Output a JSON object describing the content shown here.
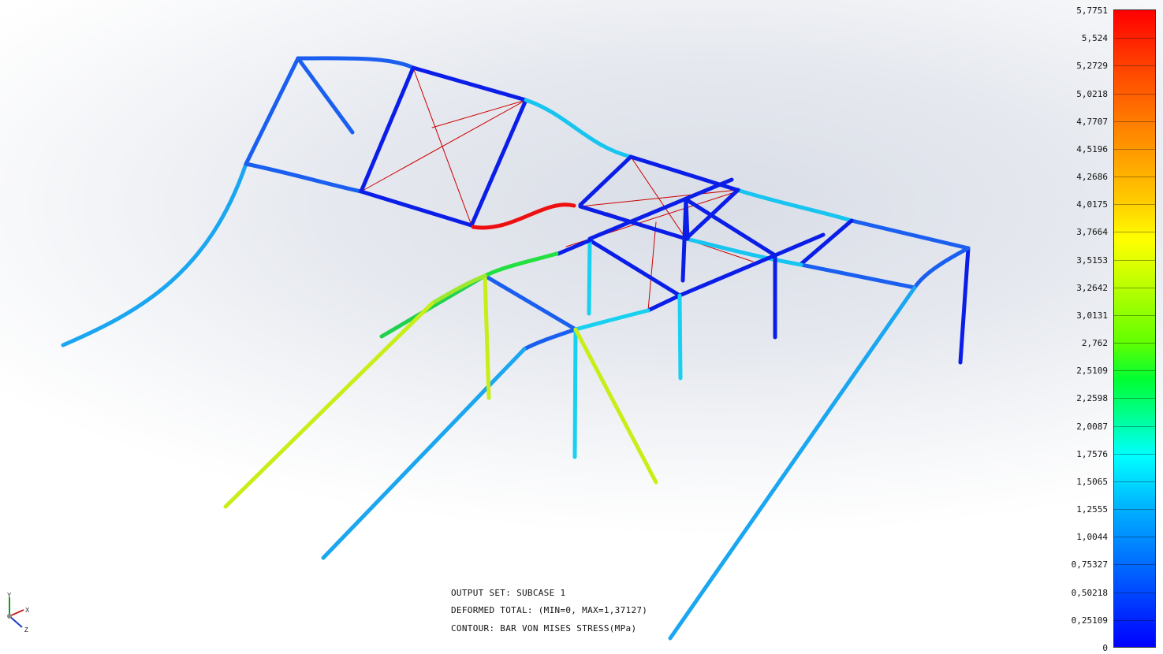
{
  "info": {
    "output_set": "OUTPUT SET: SUBCASE 1",
    "deformed": "DEFORMED TOTAL: (MIN=0, MAX=1,37127)",
    "contour": "CONTOUR: BAR VON MISES STRESS(MPa)"
  },
  "legend": {
    "labels": [
      "5,7751",
      "5,524",
      "5,2729",
      "5,0218",
      "4,7707",
      "4,5196",
      "4,2686",
      "4,0175",
      "3,7664",
      "3,5153",
      "3,2642",
      "3,0131",
      "2,762",
      "2,5109",
      "2,2598",
      "2,0087",
      "1,7576",
      "1,5065",
      "1,2555",
      "1,0044",
      "0,75327",
      "0,50218",
      "0,25109",
      "0"
    ]
  },
  "triad": {
    "x_label": "X",
    "y_label": "Y",
    "z_label": "Z"
  },
  "colors": {
    "blue": "#0a1ee8",
    "mid_blue": "#1a5ff0",
    "light_blue": "#1aa6f0",
    "cyan": "#18d0f0",
    "green": "#22e040",
    "yellow_green": "#c8ee18",
    "red": "#ee1010",
    "bracing": "#cc0000"
  }
}
